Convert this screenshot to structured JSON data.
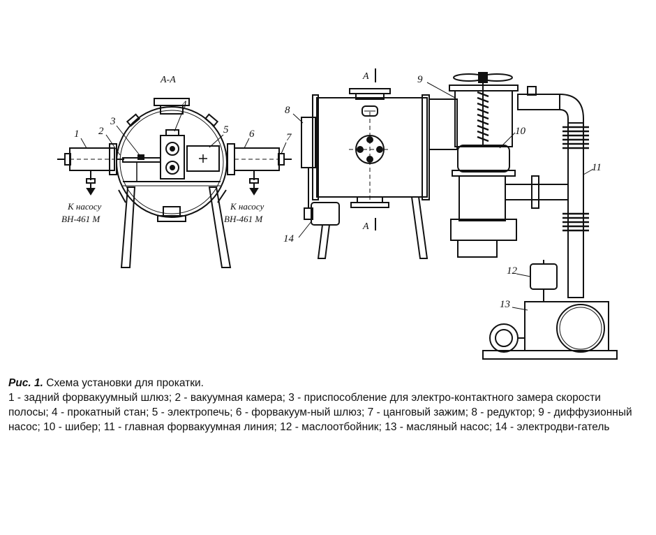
{
  "figure": {
    "section_label": "А-А",
    "section_mark_top": "А",
    "section_mark_bottom": "А",
    "callouts": [
      "1",
      "2",
      "3",
      "4",
      "5",
      "6",
      "7",
      "8",
      "9",
      "10",
      "11",
      "12",
      "13",
      "14"
    ],
    "pump_left": [
      "К насосу",
      "ВН-461 М"
    ],
    "pump_right": [
      "К насосу",
      "ВН-461 М"
    ]
  },
  "caption": {
    "fig_num": "Рис. 1.",
    "title": " Схема установки для прокатки.",
    "legend": [
      "1 - задний форвакуумный шлюз;",
      "2 - вакуумная камера;",
      "3 - приспособление для электро-контактного замера скорости полосы;",
      "4 - прокатный стан;",
      "5 - электропечь;",
      "6 - форвакуум-ный шлюз;",
      "7 - цанговый зажим;",
      "8 - редуктор;",
      "9 - диффузионный насос;",
      "10 - шибер;",
      "11 - главная форвакуумная линия;",
      "12 - маслоотбойник;",
      "13 - масляный насос;",
      "14 - электродви-гатель"
    ]
  }
}
